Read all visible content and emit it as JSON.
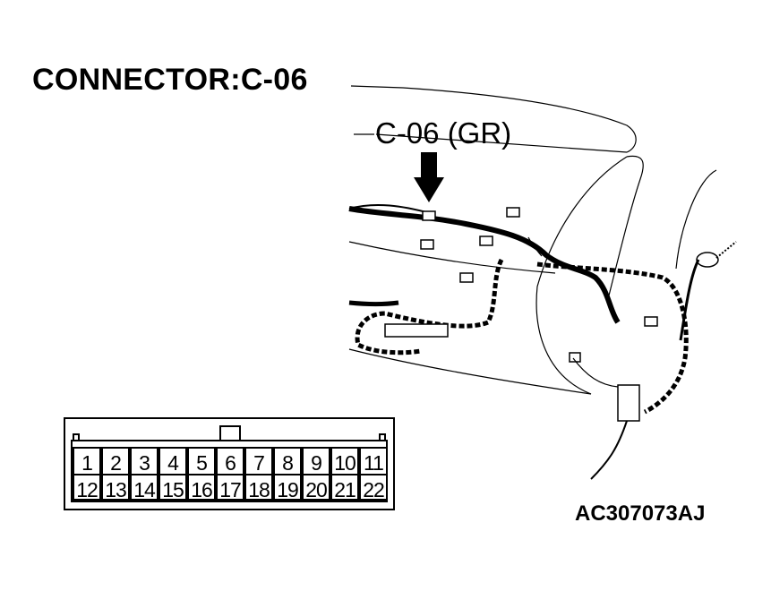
{
  "title": "CONNECTOR:C-06",
  "connector_label": "C-06 (GR)",
  "part_number": "AC307073AJ",
  "connector": {
    "top_row": [
      "1",
      "2",
      "3",
      "4",
      "5",
      "6",
      "7",
      "8",
      "9",
      "10",
      "11"
    ],
    "bottom_row": [
      "12",
      "13",
      "14",
      "15",
      "16",
      "17",
      "18",
      "19",
      "20",
      "21",
      "22"
    ]
  }
}
